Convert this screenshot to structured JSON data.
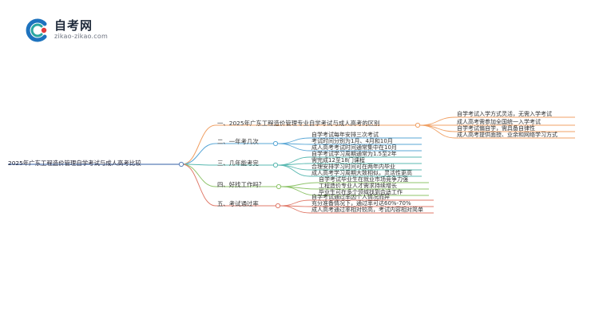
{
  "logo": {
    "title": "自考网",
    "subtitle": "zikao-zikao.com",
    "colors": {
      "blue": "#1e73be",
      "red": "#e23b3b",
      "teal": "#2aa7a0"
    }
  },
  "mindmap": {
    "root": "2025年广东工程造价管理自学考试与成人高考比较",
    "branches": [
      {
        "label": "一、2025年广东工程造价管理专业自学考试与成人高考的区别",
        "color": "#f0a064",
        "leaves": [
          "自学考试入学方式灵活，无需入学考试",
          "成人高考需参加全国统一入学考试",
          "自学考试偏自学，需具备自律性",
          "成人高考提供面授、业余和网络学习方式"
        ]
      },
      {
        "label": "二、一年考几次",
        "color": "#5aa7d6",
        "leaves": [
          "自学考试每年安排三次考试",
          "考试时间分别为1月、4月和10月",
          "成人高考考试时间通常集中在10月"
        ]
      },
      {
        "label": "三、几年能考完",
        "color": "#58b8b0",
        "leaves": [
          "自学考试学习周期通常为1.5至2年",
          "需完成12至18门课程",
          "合理安排学习时间可在两年内毕业",
          "成人高考学习周期大致相似，灵活性更高"
        ]
      },
      {
        "label": "四、好找工作吗？",
        "color": "#8fc46a",
        "leaves": [
          "自学考试毕业生在就业市场竞争力强",
          "工程造价专业人才需求持续增长",
          "毕业生可在多个领域找到合适工作"
        ]
      },
      {
        "label": "五、考试通过率",
        "color": "#e07a6a",
        "leaves": [
          "自学考试通过率因个人情况而异",
          "充分准备情况下，通过率可达60%-70%",
          "成人高考通过率相对较高，考试内容相对简单"
        ]
      }
    ]
  }
}
